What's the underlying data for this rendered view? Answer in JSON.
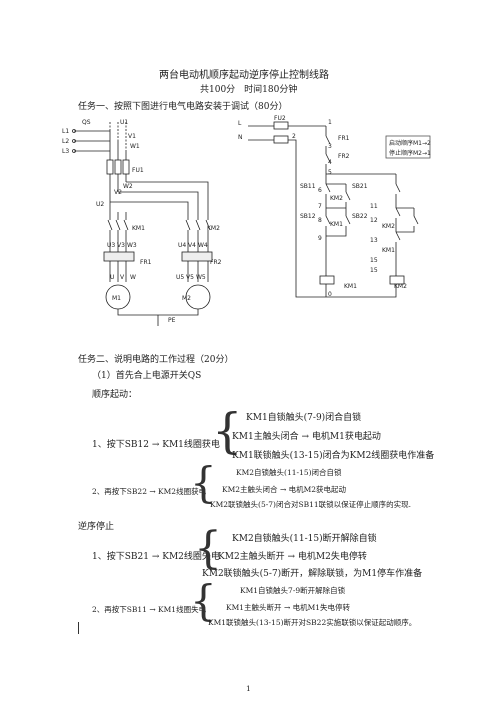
{
  "header": {
    "title": "两台电动机顺序起动逆序停止控制线路",
    "subtitle": "共100分　时间180分钟",
    "task1": "任务一、按照下图进行电气电路安装于调试（80分）"
  },
  "diagram_main": {
    "labels": [
      "L1",
      "L2",
      "L3",
      "QS",
      "U1",
      "V1",
      "W1",
      "FU1",
      "V2",
      "W2",
      "U2",
      "KM1",
      "KM2",
      "U3",
      "V3",
      "W3",
      "U4",
      "V4",
      "W4",
      "FR1",
      "FR2",
      "U",
      "V",
      "W",
      "U5",
      "V5",
      "W5",
      "M1",
      "M2",
      "PE"
    ]
  },
  "diagram_ctrl": {
    "labels": [
      "L",
      "N",
      "FU2",
      "FR1",
      "FR2",
      "SB11",
      "SB21",
      "SB12",
      "SB22",
      "KM2",
      "KM1",
      "KM1",
      "KM2",
      "KM1",
      "KM2",
      "1",
      "2",
      "3",
      "4",
      "5",
      "6",
      "7",
      "8",
      "9",
      "11",
      "12",
      "13",
      "15",
      "0",
      "15"
    ],
    "box_line1": "启动顺序M1→2",
    "box_line2": "停止顺序M2→1"
  },
  "task2": {
    "heading": "任务二、说明电路的工作过程（20分）",
    "step1": "（1）首先合上电源开关QS",
    "sequence_start": "顺序起动：",
    "sequence_stop": "逆序停止"
  },
  "start_1": {
    "lead": "1、按下SB12 → KM1线圈获电",
    "lines": [
      "KM1自锁触头(7-9)闭合自锁",
      "KM1主触头闭合 → 电机M1获电起动",
      "KM1联锁触头(13-15)闭合为KM2线圈获电作准备"
    ]
  },
  "start_2": {
    "lead": "2、再按下SB22 → KM2线圈获电",
    "lines": [
      "KM2自锁触头(11-15)闭合自锁",
      "KM2主触头闭合 → 电机M2获电起动",
      "KM2联锁触头(5-7)闭合对SB11联锁以保证停止顺序的实现."
    ]
  },
  "stop_1": {
    "lead": "1、按下SB21 → KM2线圈失电",
    "lines": [
      "KM2自锁触头(11-15)断开解除自锁",
      "KM2主触头断开 → 电机M2失电停转",
      "KM2联锁触头(5-7)断开，解除联锁，为M1停车作准备"
    ]
  },
  "stop_2": {
    "lead": "2、再按下SB11 → KM1线圈失电",
    "lines": [
      "KM1自锁触头7-9断开解除自锁",
      "KM1主触头断开 → 电机M1失电停转",
      "KM1联锁触头(13-15)断开对SB22实施联锁以保证起动顺序。"
    ]
  },
  "footer": {
    "page_number": "1"
  }
}
